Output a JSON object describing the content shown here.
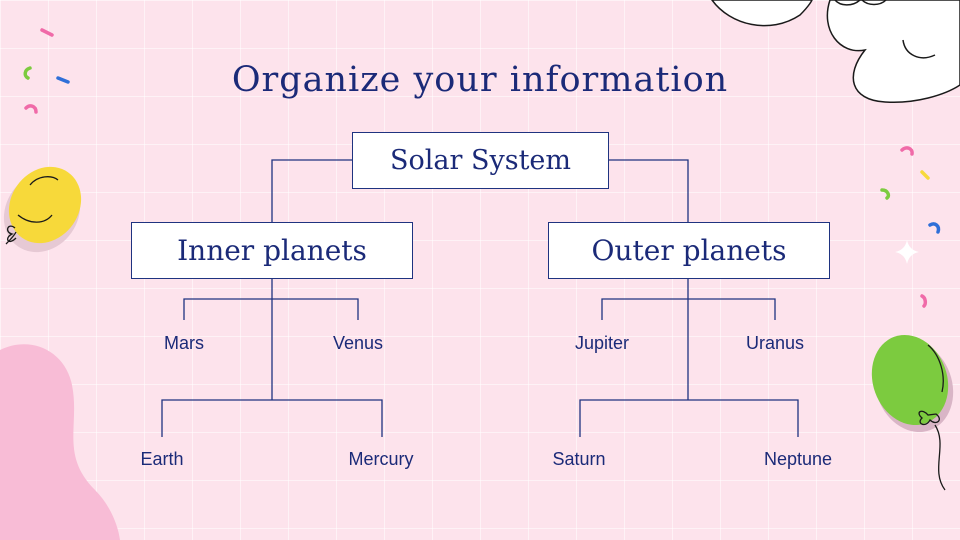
{
  "slide": {
    "title": "Organize your information",
    "root": "Solar System",
    "branches": [
      {
        "label": "Inner planets",
        "children": [
          "Mars",
          "Venus",
          "Earth",
          "Mercury"
        ]
      },
      {
        "label": "Outer planets",
        "children": [
          "Jupiter",
          "Uranus",
          "Saturn",
          "Neptune"
        ]
      }
    ]
  },
  "colors": {
    "background": "#fde3ec",
    "text": "#1b2a78",
    "line": "#1f3380",
    "balloon_yellow": "#f7d93a",
    "balloon_green": "#7ccb3f",
    "blob_pink": "#f8bcd6"
  }
}
